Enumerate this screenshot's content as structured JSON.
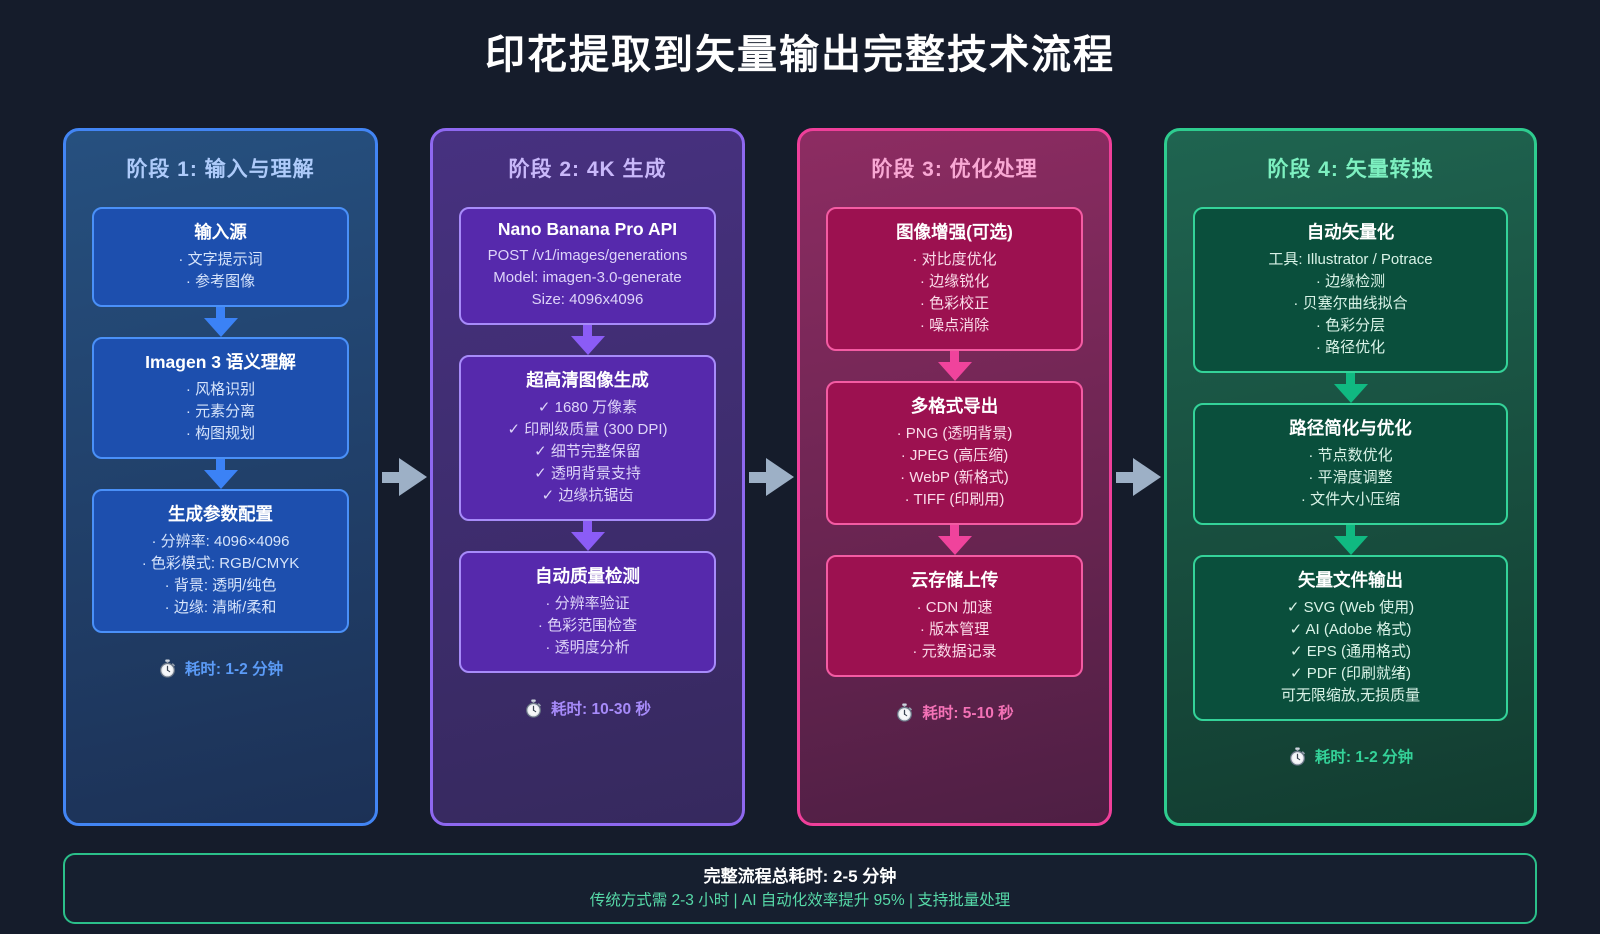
{
  "title": "印花提取到矢量输出完整技术流程",
  "flow_arrow_color": "#9db0c6",
  "stages": [
    {
      "header": "阶段 1: 输入与理解",
      "duration": "耗时: 1-2 分钟",
      "duration_icon": "stopwatch-icon",
      "theme": {
        "border": "#4285f4",
        "bg_top": "#26507f",
        "bg_bottom": "#1c3156",
        "box_bg": "#1d4fae",
        "box_border": "#4a90f8",
        "header": "#aecbfa",
        "text": "#d6e4fb",
        "arrow": "#3b82f6",
        "timer": "#5b9bf7"
      },
      "boxes": [
        {
          "title": "输入源",
          "lines": [
            "· 文字提示词",
            "· 参考图像"
          ]
        },
        {
          "title": "Imagen 3 语义理解",
          "lines": [
            "· 风格识别",
            "· 元素分离",
            "· 构图规划"
          ]
        },
        {
          "title": "生成参数配置",
          "lines": [
            "· 分辨率: 4096×4096",
            "· 色彩模式: RGB/CMYK",
            "· 背景: 透明/纯色",
            "· 边缘: 清晰/柔和"
          ]
        }
      ]
    },
    {
      "header": "阶段 2: 4K 生成",
      "duration": "耗时: 10-30 秒",
      "duration_icon": "stopwatch-icon",
      "theme": {
        "border": "#8e68f0",
        "bg_top": "#473180",
        "bg_bottom": "#36295e",
        "box_bg": "#5629ac",
        "box_border": "#a78bfa",
        "header": "#c9b8fa",
        "text": "#ded5f9",
        "arrow": "#8b5cf6",
        "timer": "#a78bfa"
      },
      "boxes": [
        {
          "title": "Nano Banana Pro API",
          "lines": [
            "POST /v1/images/generations",
            "Model: imagen-3.0-generate",
            "Size: 4096x4096"
          ]
        },
        {
          "title": "超高清图像生成",
          "lines": [
            "✓ 1680 万像素",
            "✓ 印刷级质量 (300 DPI)",
            "✓ 细节完整保留",
            "✓ 透明背景支持",
            "✓ 边缘抗锯齿"
          ]
        },
        {
          "title": "自动质量检测",
          "lines": [
            "· 分辨率验证",
            "· 色彩范围检查",
            "· 透明度分析"
          ]
        }
      ]
    },
    {
      "header": "阶段 3: 优化处理",
      "duration": "耗时: 5-10 秒",
      "duration_icon": "stopwatch-icon",
      "theme": {
        "border": "#ef3f9a",
        "bg_top": "#8d2c62",
        "bg_bottom": "#4e1f44",
        "box_bg": "#9c1150",
        "box_border": "#f45ba3",
        "header": "#f9a8d4",
        "text": "#fadbe9",
        "arrow": "#f0439c",
        "timer": "#f472b6"
      },
      "boxes": [
        {
          "title": "图像增强(可选)",
          "lines": [
            "· 对比度优化",
            "· 边缘锐化",
            "· 色彩校正",
            "· 噪点消除"
          ]
        },
        {
          "title": "多格式导出",
          "lines": [
            "· PNG (透明背景)",
            "· JPEG (高压缩)",
            "· WebP (新格式)",
            "· TIFF (印刷用)"
          ]
        },
        {
          "title": "云存储上传",
          "lines": [
            "· CDN 加速",
            "· 版本管理",
            "· 元数据记录"
          ]
        }
      ]
    },
    {
      "header": "阶段 4: 矢量转换",
      "duration": "耗时: 1-2 分钟",
      "duration_icon": "stopwatch-icon",
      "theme": {
        "border": "#2ecc8f",
        "bg_top": "#1f6450",
        "bg_bottom": "#123c30",
        "box_bg": "#0a4f3c",
        "box_border": "#34d399",
        "header": "#7df0c0",
        "text": "#d9f3e7",
        "arrow": "#10b981",
        "timer": "#34d399"
      },
      "boxes": [
        {
          "title": "自动矢量化",
          "lines": [
            "工具: Illustrator / Potrace",
            "· 边缘检测",
            "· 贝塞尔曲线拟合",
            "· 色彩分层",
            "· 路径优化"
          ]
        },
        {
          "title": "路径简化与优化",
          "lines": [
            "· 节点数优化",
            "· 平滑度调整",
            "· 文件大小压缩"
          ]
        },
        {
          "title": "矢量文件输出",
          "lines": [
            "✓ SVG (Web 使用)",
            "✓ AI (Adobe 格式)",
            "✓ EPS (通用格式)",
            "✓ PDF (印刷就绪)",
            "可无限缩放,无损质量"
          ]
        }
      ]
    }
  ],
  "summary": {
    "total": "完整流程总耗时: 2-5 分钟",
    "note": "传统方式需 2-3 小时 | AI 自动化效率提升 95% | 支持批量处理",
    "border_color": "#2bbf8a",
    "note_color": "#56d9a8"
  }
}
